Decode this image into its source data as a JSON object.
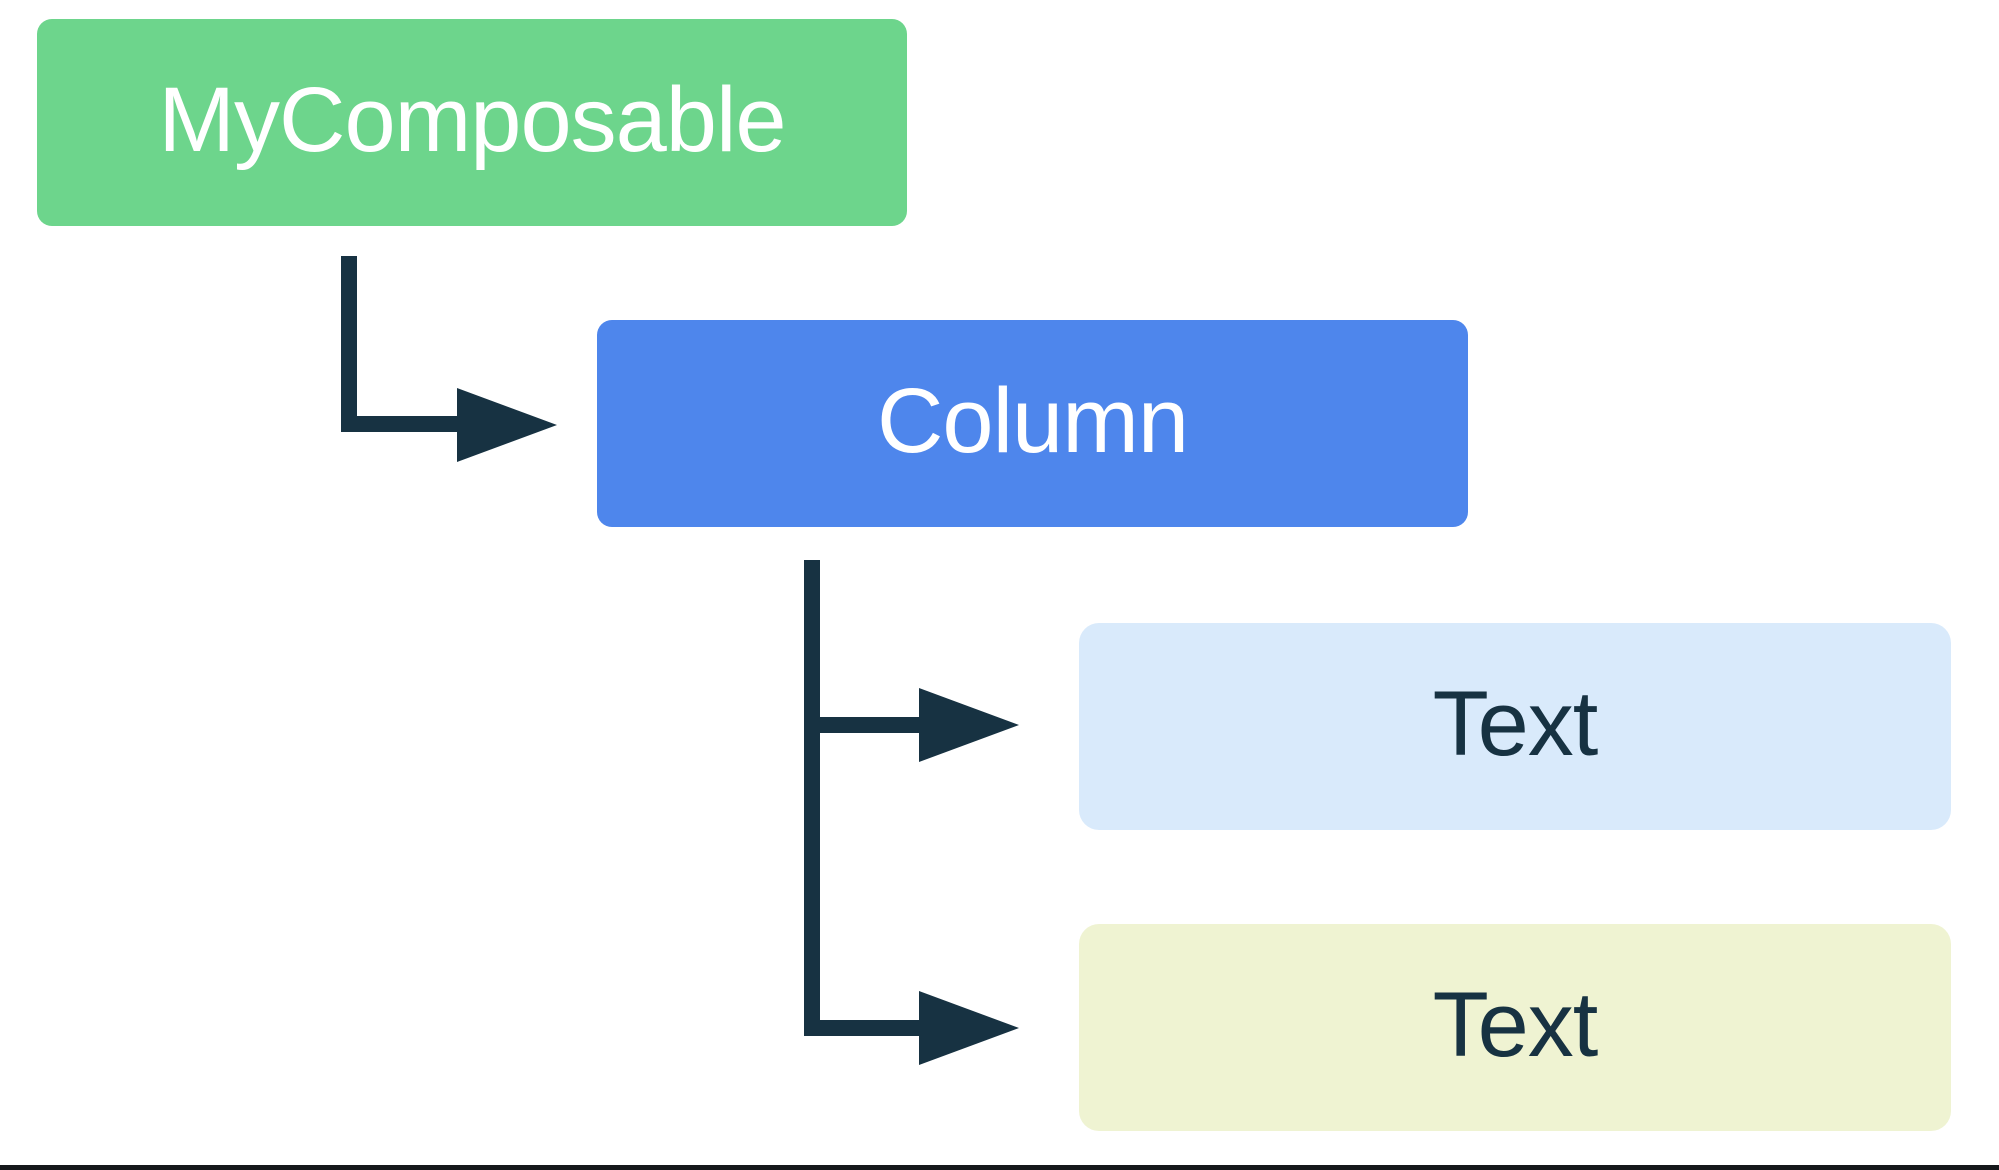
{
  "diagram": {
    "title": "composable-hierarchy-tree",
    "nodes": [
      {
        "id": "mycomposable",
        "label": "MyComposable",
        "role": "root composable",
        "fill": "green"
      },
      {
        "id": "column",
        "label": "Column",
        "role": "layout child of MyComposable",
        "fill": "blue"
      },
      {
        "id": "text1",
        "label": "Text",
        "role": "first child of Column",
        "fill": "lightblue"
      },
      {
        "id": "text2",
        "label": "Text",
        "role": "second child of Column",
        "fill": "lightyellow"
      }
    ],
    "edges": [
      {
        "from": "mycomposable",
        "to": "column",
        "style": "elbow-arrow"
      },
      {
        "from": "column",
        "to": "text1",
        "style": "elbow-arrow"
      },
      {
        "from": "column",
        "to": "text2",
        "style": "elbow-arrow"
      }
    ]
  },
  "colors": {
    "background": "#FFFFFF",
    "node_green": "#6DD58C",
    "node_blue": "#4E86EC",
    "node_lightblue": "#D9EAFB",
    "node_lightyellow": "#EFF3D2",
    "connector": "#173242",
    "text_light": "#FFFFFF",
    "text_dark": "#173242",
    "bottom_rule": "#15181B"
  }
}
